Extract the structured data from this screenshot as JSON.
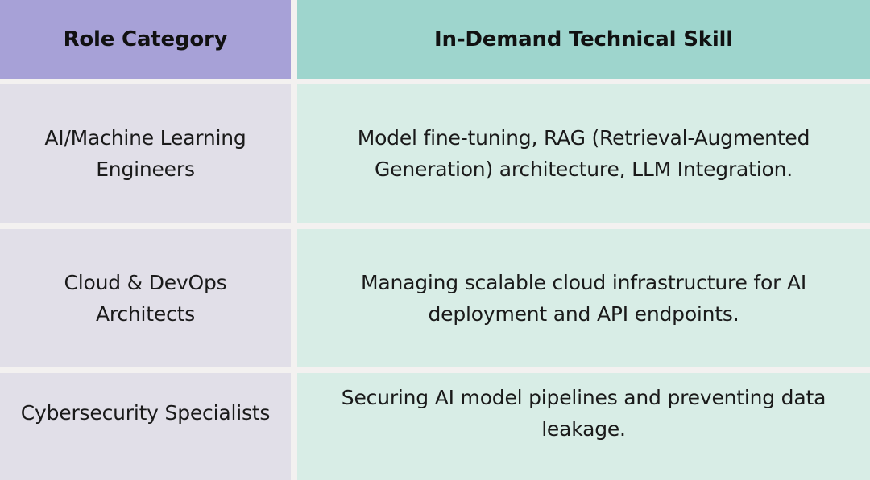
{
  "header": {
    "col1": "Role Category",
    "col2": "In-Demand Technical Skill"
  },
  "rows": [
    {
      "role": "AI/Machine Learning Engineers",
      "skill": "Model fine-tuning, RAG (Retrieval-Augmented Generation) architecture, LLM Integration."
    },
    {
      "role": "Cloud & DevOps Architects",
      "skill": "Managing scalable cloud infrastructure for AI deployment and API endpoints."
    },
    {
      "role": "Cybersecurity Specialists",
      "skill": "Securing AI model pipelines and preventing data leakage."
    }
  ],
  "colors": {
    "header_left": "#a7a1d7",
    "header_right": "#9ed5cd",
    "body_left": "#e1dfe8",
    "body_right": "#d8ede6",
    "gap": "#f3f1f0"
  }
}
